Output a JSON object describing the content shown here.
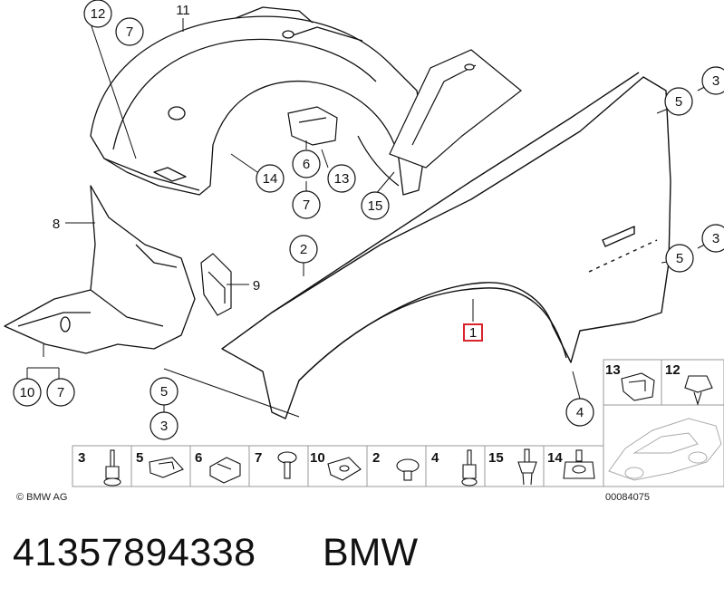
{
  "callouts": {
    "c12_top": "12",
    "c7_top": "7",
    "c11": "11",
    "c14": "14",
    "c6": "6",
    "c7_mid": "7",
    "c13": "13",
    "c15": "15",
    "c8": "8",
    "c9": "9",
    "c10": "10",
    "c7_bot": "7",
    "c2": "2",
    "c1": "1",
    "c5_left": "5",
    "c3_left": "3",
    "c4": "4",
    "c5_right_top": "5",
    "c3_right_top": "3",
    "c5_right_mid": "5",
    "c3_right_mid": "3"
  },
  "legend_bottom": [
    "3",
    "5",
    "6",
    "7",
    "10",
    "2",
    "4",
    "15",
    "14"
  ],
  "legend_right": [
    "13",
    "12"
  ],
  "copyright": "© BMW AG",
  "diagram_id": "00084075",
  "part_number": "41357894338",
  "brand": "BMW",
  "colors": {
    "highlight": "#d9242b",
    "line": "#111111",
    "frame": "#9a9a9a"
  }
}
